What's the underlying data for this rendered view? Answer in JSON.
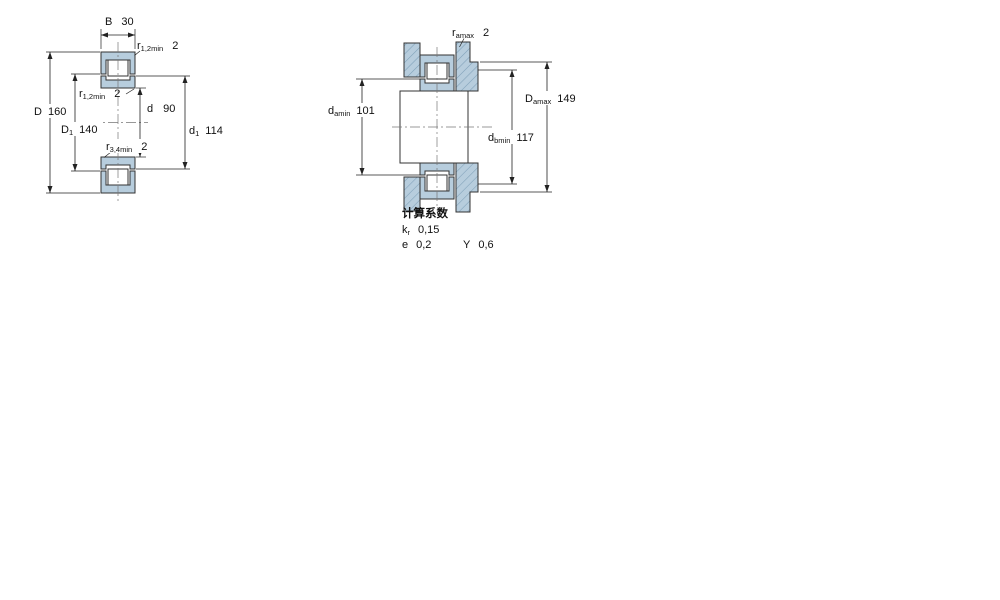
{
  "colors": {
    "section_fill": "#b7cddd",
    "outline": "#333333"
  },
  "left_view": {
    "B": {
      "sym": "B",
      "val": "30"
    },
    "r12_top": {
      "sym": "r",
      "sub": "1,2min",
      "val": "2"
    },
    "r12_side": {
      "sym": "r",
      "sub": "1,2min",
      "val": "2"
    },
    "d": {
      "sym": "d",
      "val": "90"
    },
    "D": {
      "sym": "D",
      "val": "160"
    },
    "D1": {
      "sym": "D",
      "sub": "1",
      "val": "140"
    },
    "r34": {
      "sym": "r",
      "sub": "3,4min",
      "val": "2"
    },
    "d1": {
      "sym": "d",
      "sub": "1",
      "val": "114"
    }
  },
  "right_view": {
    "ramax": {
      "sym": "r",
      "sub": "amax",
      "val": "2"
    },
    "damin": {
      "sym": "d",
      "sub": "amin",
      "val": "101"
    },
    "Damax": {
      "sym": "D",
      "sub": "amax",
      "val": "149"
    },
    "dbmin": {
      "sym": "d",
      "sub": "bmin",
      "val": "117"
    }
  },
  "calculation_factors": {
    "title": "计算系数",
    "kr": {
      "sym": "k",
      "sub": "r",
      "val": "0,15"
    },
    "e": {
      "sym": "e",
      "val": "0,2"
    },
    "Y": {
      "sym": "Y",
      "val": "0,6"
    }
  }
}
